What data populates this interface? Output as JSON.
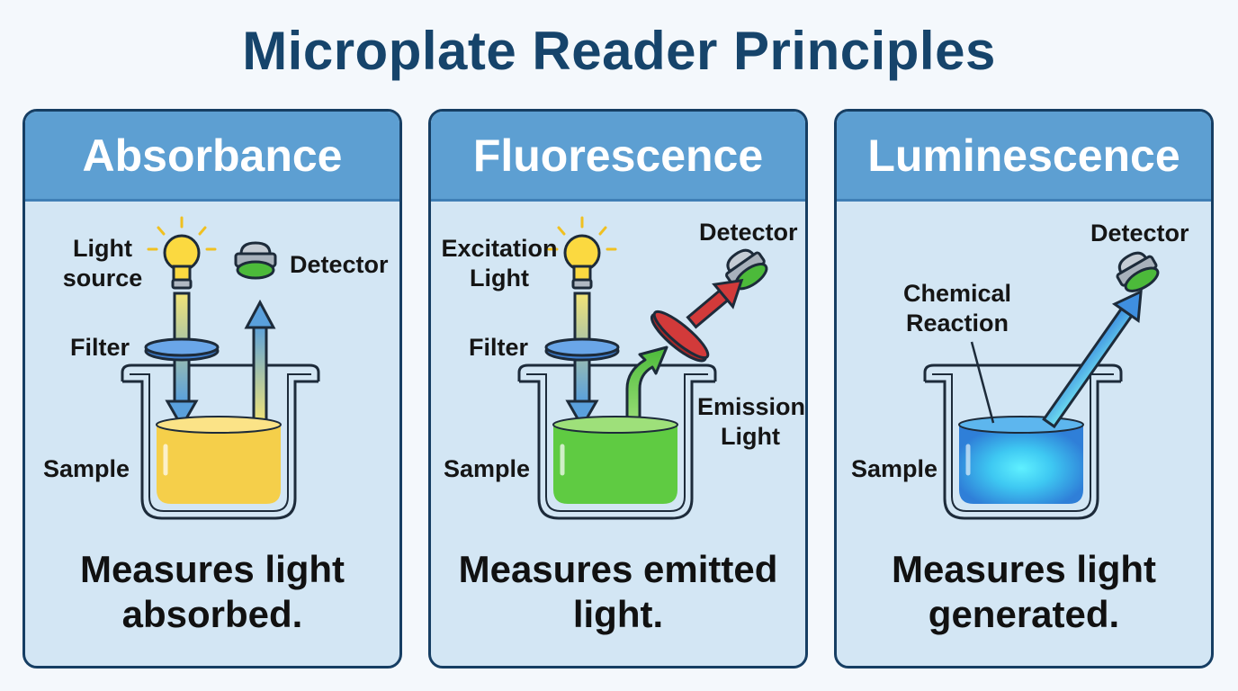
{
  "title": "Microplate Reader Principles",
  "panels": [
    {
      "heading": "Absorbance",
      "labels": {
        "light_source": "Light\nsource",
        "detector": "Detector",
        "filter": "Filter",
        "sample": "Sample"
      },
      "caption": "Measures light\nabsorbed."
    },
    {
      "heading": "Fluorescence",
      "labels": {
        "excitation": "Excitation\nLight",
        "detector": "Detector",
        "filter": "Filter",
        "emission": "Emission\nLight",
        "sample": "Sample"
      },
      "caption": "Measures emitted\nlight."
    },
    {
      "heading": "Luminescence",
      "labels": {
        "detector": "Detector",
        "reaction": "Chemical\nReaction",
        "sample": "Sample"
      },
      "caption": "Measures light\ngenerated."
    }
  ],
  "colors": {
    "title": "#16446b",
    "header": "#5d9fd2",
    "panel_bg": "#d3e6f4",
    "absorbance_sample": "#f5cf4a",
    "fluorescence_sample": "#5fcb42",
    "luminescence_sample": "#3f9be0",
    "emission_filter": "#d23a3a",
    "excitation_filter": "#3f7fd0"
  }
}
